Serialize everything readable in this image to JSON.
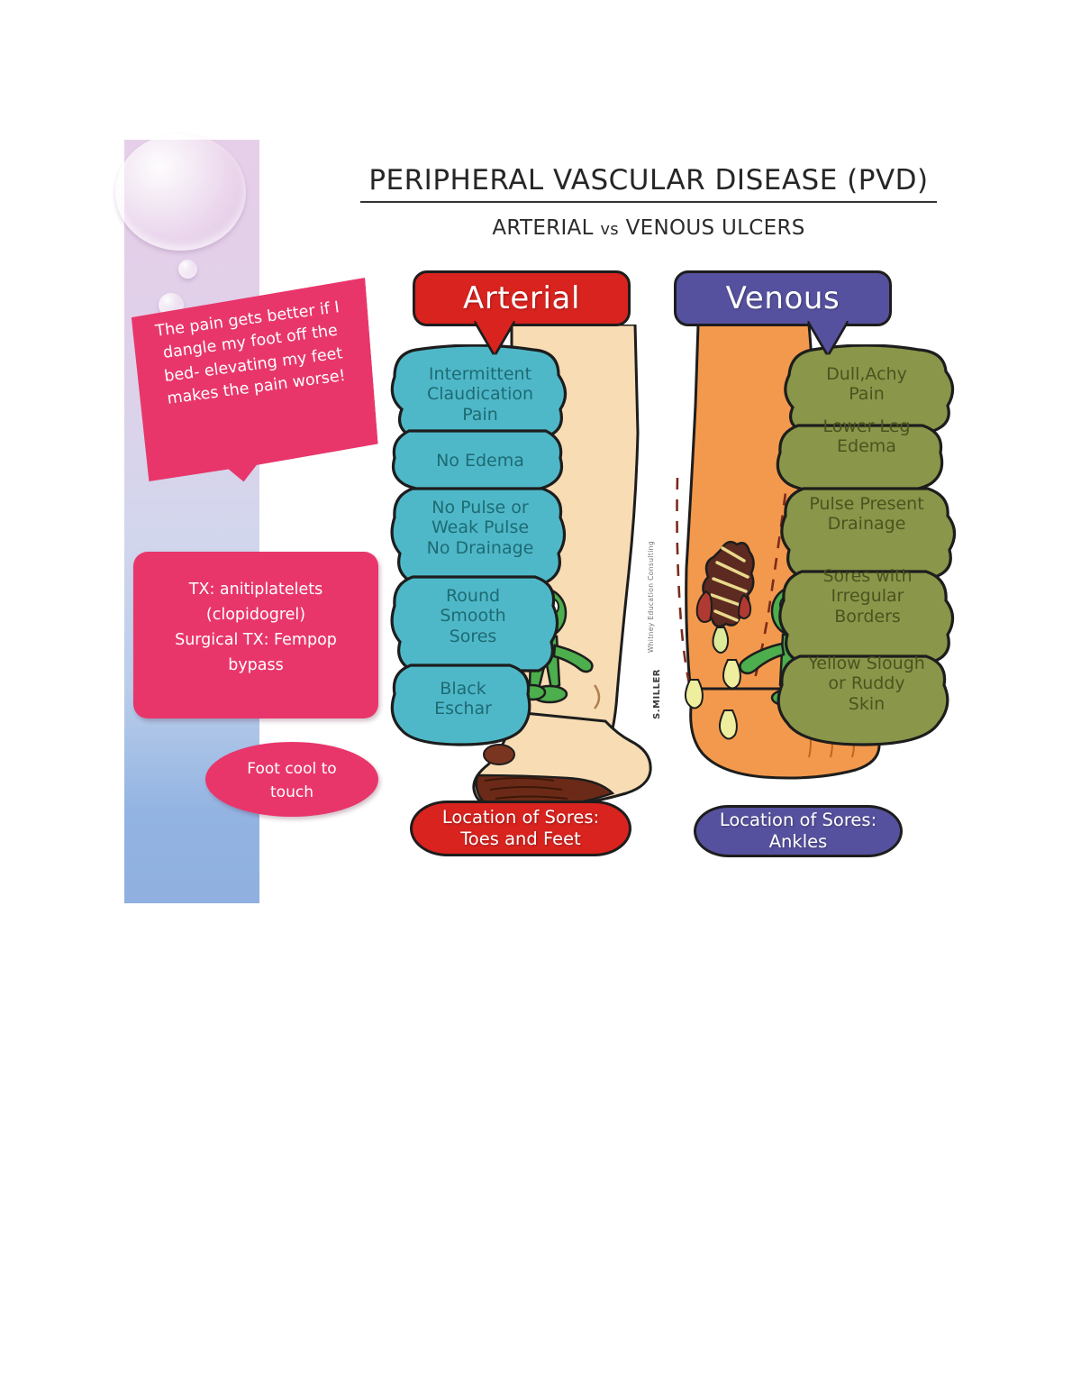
{
  "title": {
    "main": "PERIPHERAL VASCULAR DISEASE (PVD)",
    "sub_left": "ARTERIAL",
    "sub_vs": "vs",
    "sub_right": "VENOUS ULCERS"
  },
  "colors": {
    "arterial_red": "#D8231F",
    "venous_purple": "#56519E",
    "arterial_bubble_teal": "#4FB8C8",
    "venous_bubble_olive": "#8A9649",
    "pink": "#E8366B",
    "arterial_skin": "#F6D7AE",
    "venous_skin": "#F09A4E",
    "creature_green": "#4CAE4C"
  },
  "notes": {
    "quote": "The pain gets better if I dangle my foot off the bed- elevating my feet makes the pain worse!",
    "treatment_lines": [
      "TX: anitiplatelets",
      "(clopidogrel)",
      "Surgical TX: Fempop",
      "bypass"
    ],
    "foot_temp_lines": [
      "Foot cool to",
      "touch"
    ]
  },
  "columns": {
    "arterial": {
      "header": "Arterial",
      "bubbles": [
        {
          "lines": [
            "Intermittent",
            "Claudication",
            "Pain"
          ]
        },
        {
          "lines": [
            "No Edema"
          ]
        },
        {
          "lines": [
            "No Pulse or",
            "Weak Pulse",
            "No Drainage"
          ]
        },
        {
          "lines": [
            "Round",
            "Smooth",
            "Sores"
          ]
        },
        {
          "lines": [
            "Black",
            "Eschar"
          ]
        }
      ],
      "location_label": "Location of Sores:",
      "location_value": "Toes and Feet"
    },
    "venous": {
      "header": "Venous",
      "bubbles": [
        {
          "lines": [
            "Dull,Achy",
            "Pain"
          ]
        },
        {
          "lines": [
            "Lower Leg",
            "Edema"
          ]
        },
        {
          "lines": [
            "Pulse Present",
            "Drainage"
          ]
        },
        {
          "lines": [
            "Sores with",
            "Irregular",
            "Borders"
          ]
        },
        {
          "lines": [
            "Yellow Slough",
            "or Ruddy",
            "Skin"
          ]
        }
      ],
      "location_label": "Location of Sores:",
      "location_value": "Ankles"
    }
  },
  "watermark": {
    "copyright": "Whitney Education Consulting",
    "signature": "S.MILLER"
  }
}
